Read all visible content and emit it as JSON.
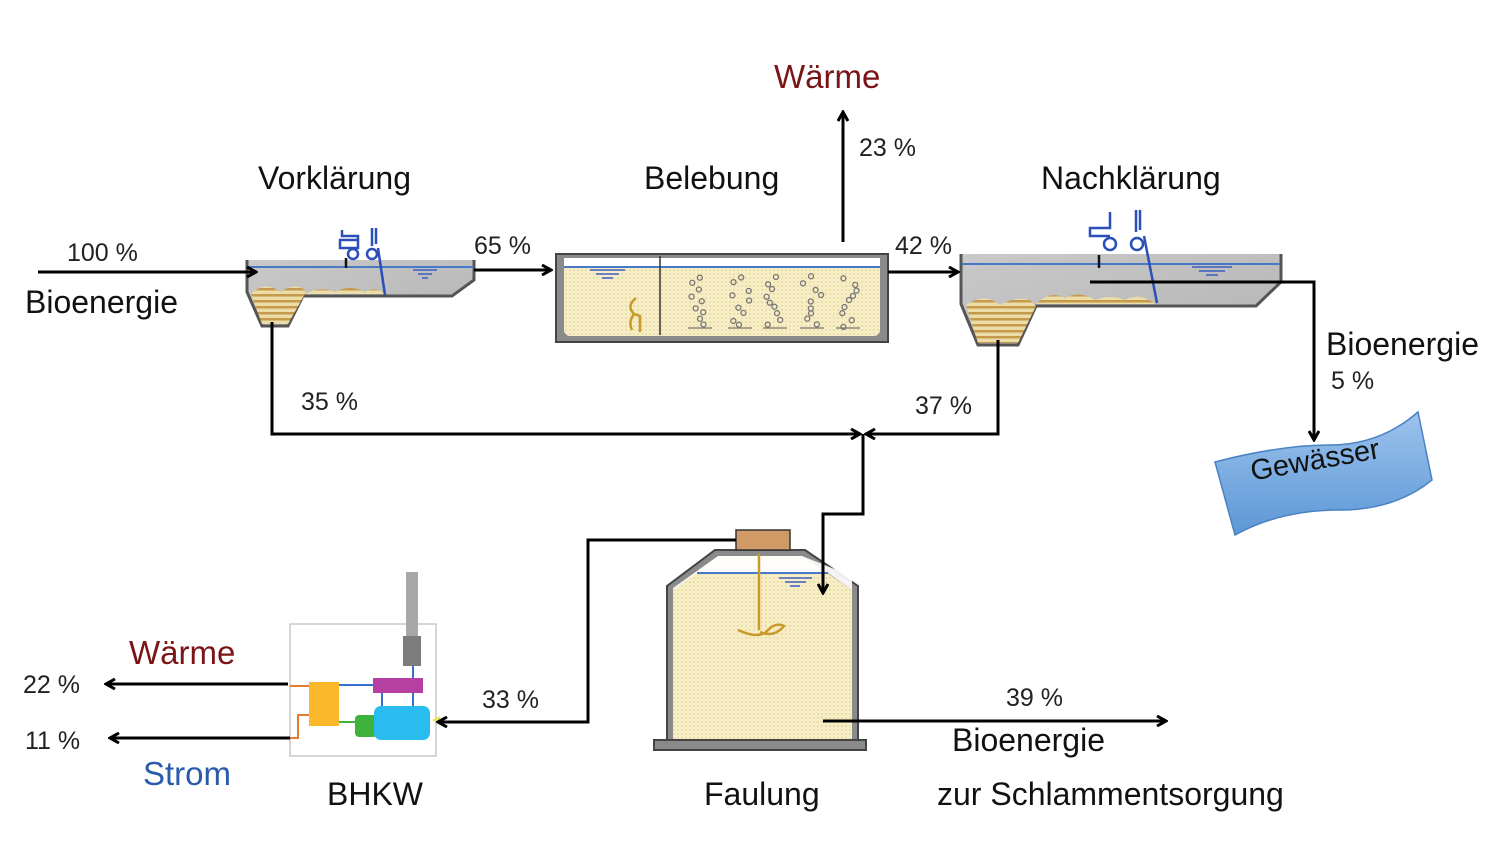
{
  "title": "Energiefluss Kläranlage",
  "stages": {
    "vorklaerung": "Vorklärung",
    "belebung": "Belebung",
    "nachklaerung": "Nachklärung",
    "faulung": "Faulung",
    "bhkw": "BHKW"
  },
  "inflow": {
    "label": "Bioenergie",
    "percent": "100 %"
  },
  "flows": {
    "vorklaerung_to_belebung": "65 %",
    "belebung_to_nachklaerung": "42 %",
    "belebung_heat": "23 %",
    "vorklaerung_sludge": "35 %",
    "nachklaerung_sludge": "37 %",
    "faulung_to_bhkw": "33 %",
    "faulung_out": "39 %",
    "nachklaerung_out": "5 %",
    "bhkw_heat": "22 %",
    "bhkw_power": "11 %"
  },
  "outputs": {
    "heat_top": "Wärme",
    "heat_bhkw": "Wärme",
    "power_bhkw": "Strom",
    "effluent_energy": "Bioenergie",
    "water_body": "Gewässer",
    "sludge_energy": "Bioenergie",
    "sludge_disposal": "zur Schlammentsorgung"
  },
  "colors": {
    "heat": "#7a1416",
    "power": "#2a5bab",
    "water_line": "#4a78c8",
    "sludge_fill": "#f6ecc0",
    "tank_wall": "#7d7d7d",
    "gewaesser": "#6fa3dc"
  }
}
